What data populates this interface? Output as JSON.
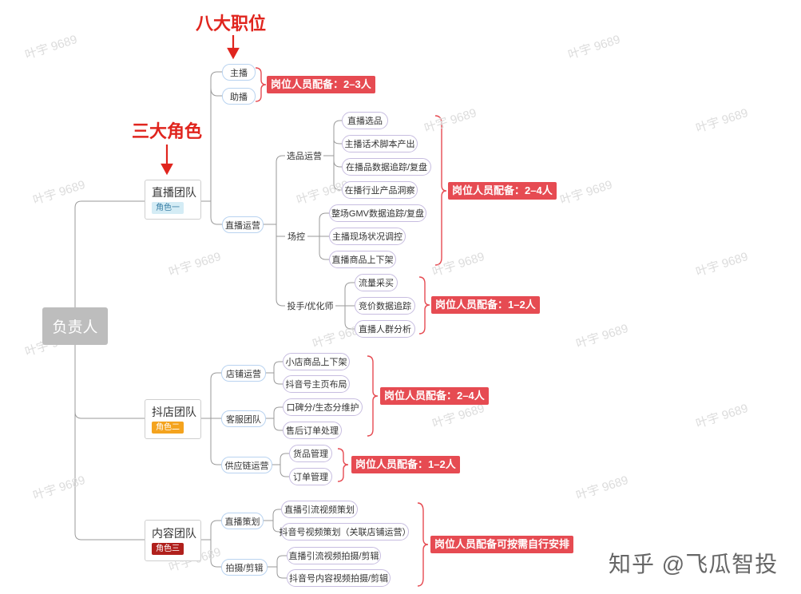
{
  "annotations": {
    "positions": "八大职位",
    "roles": "三大角色"
  },
  "root": "负责人",
  "teams": [
    {
      "name": "直播团队",
      "tag": "角色一",
      "tag_color": "#d4ecf5",
      "tag_text_color": "#3a7fa6"
    },
    {
      "name": "抖店团队",
      "tag": "角色二",
      "tag_color": "#f4a31e",
      "tag_text_color": "#ffffff"
    },
    {
      "name": "内容团队",
      "tag": "角色三",
      "tag_color": "#b0201c",
      "tag_text_color": "#ffffff"
    }
  ],
  "positions": {
    "anchor": "主播",
    "assistant": "助播",
    "live_ops": "直播运营",
    "shop_ops": "店铺运营",
    "customer_service": "客服团队",
    "supply_chain": "供应链运营",
    "live_planning": "直播策划",
    "shoot_edit": "拍摄/剪辑"
  },
  "sub_groups": {
    "selection_ops": "选品运营",
    "field_control": "场控",
    "ads_optimizer": "投手/优化师"
  },
  "tasks": {
    "live_selection": "直播选品",
    "script_output": "主播话术脚本产出",
    "product_tracking": "在播品数据追踪/复盘",
    "industry_insight": "在播行业产品洞察",
    "gmv_tracking": "整场GMV数据追踪/复盘",
    "field_status": "主播现场状况调控",
    "product_listing": "直播商品上下架",
    "traffic_buy": "流量采买",
    "bid_tracking": "竞价数据追踪",
    "crowd_analysis": "直播人群分析",
    "store_listing": "小店商品上下架",
    "homepage_layout": "抖音号主页布局",
    "reputation": "口碑分/生态分维护",
    "after_sales": "售后订单处理",
    "goods_mgmt": "货品管理",
    "order_mgmt": "订单管理",
    "live_video_plan": "直播引流视频策划",
    "douyin_video_plan": "抖音号视频策划（关联店铺运营）",
    "live_video_shoot": "直播引流视频拍摄/剪辑",
    "douyin_content_shoot": "抖音号内容视频拍摄/剪辑"
  },
  "staffing": {
    "anchor_assistant": "岗位人员配备：2–3人",
    "live_ops": "岗位人员配备：2–4人",
    "ads": "岗位人员配备：1–2人",
    "shop_cs": "岗位人员配备：2–4人",
    "supply": "岗位人员配备：1–2人",
    "content": "岗位人员配备可按需自行安排"
  },
  "watermark": "叶宇 9689",
  "footer": "知乎 @飞瓜智投",
  "colors": {
    "accent_red": "#e64b52",
    "annotation_red": "#e0251e",
    "line": "#999999",
    "pill_border": "#b9d3f0"
  }
}
